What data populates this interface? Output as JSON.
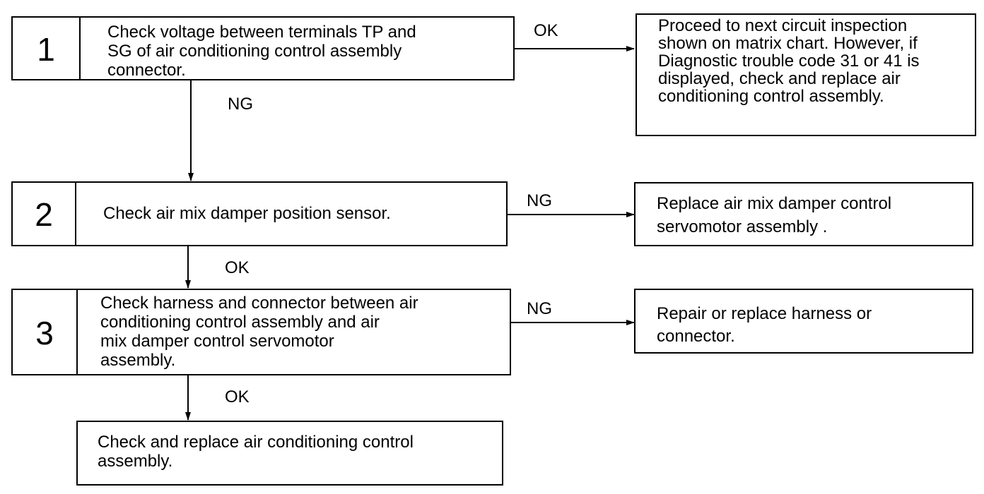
{
  "steps": [
    {
      "number": "1",
      "text": "Check voltage between terminals TP and\nSG of air conditioning control assembly\nconnector."
    },
    {
      "number": "2",
      "text": "Check air mix damper position sensor."
    },
    {
      "number": "3",
      "text": "Check harness and connector between air\nconditioning control assembly and air\nmix damper control servomotor\nassembly."
    }
  ],
  "final": {
    "text": "Check and replace air conditioning control\nassembly."
  },
  "results": [
    {
      "text": "Proceed to next circuit inspection\nshown on matrix chart. However, if\nDiagnostic trouble code 31 or 41 is\ndisplayed, check and replace air\nconditioning control assembly."
    },
    {
      "text": "Replace air mix damper control\nservomotor assembly ."
    },
    {
      "text": "Repair or replace harness or\nconnector."
    }
  ],
  "labels": {
    "step1_ok": "OK",
    "step1_ng": "NG",
    "step2_ng": "NG",
    "step2_ok": "OK",
    "step3_ng": "NG",
    "step3_ok": "OK"
  }
}
